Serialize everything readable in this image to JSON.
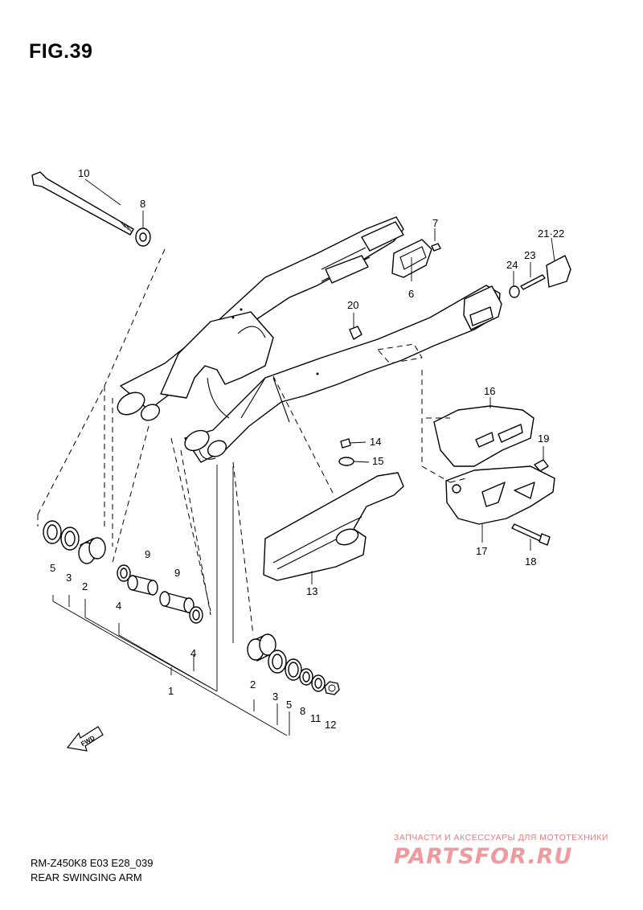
{
  "figure": {
    "title": "FIG.39",
    "model_code": "RM-Z450K8 E03 E28_039",
    "diagram_name": "REAR SWINGING ARM",
    "fwd_label": "FWD"
  },
  "callouts": {
    "c10": "10",
    "c8a": "8",
    "c7": "7",
    "c6": "6",
    "c2122": "21·22",
    "c23": "23",
    "c24": "24",
    "c20": "20",
    "c16": "16",
    "c19": "19",
    "c14": "14",
    "c15": "15",
    "c17": "17",
    "c18": "18",
    "c13": "13",
    "c5a": "5",
    "c3a": "3",
    "c2a": "2",
    "c4a": "4",
    "c9a": "9",
    "c9b": "9",
    "c4b": "4",
    "c1": "1",
    "c2b": "2",
    "c3b": "3",
    "c5b": "5",
    "c8b": "8",
    "c11": "11",
    "c12": "12"
  },
  "watermark": {
    "tagline": "ЗАПЧАСТИ И АКСЕССУАРЫ ДЛЯ МОТОТЕХНИКИ",
    "logo": "PARTSFOR.RU"
  }
}
